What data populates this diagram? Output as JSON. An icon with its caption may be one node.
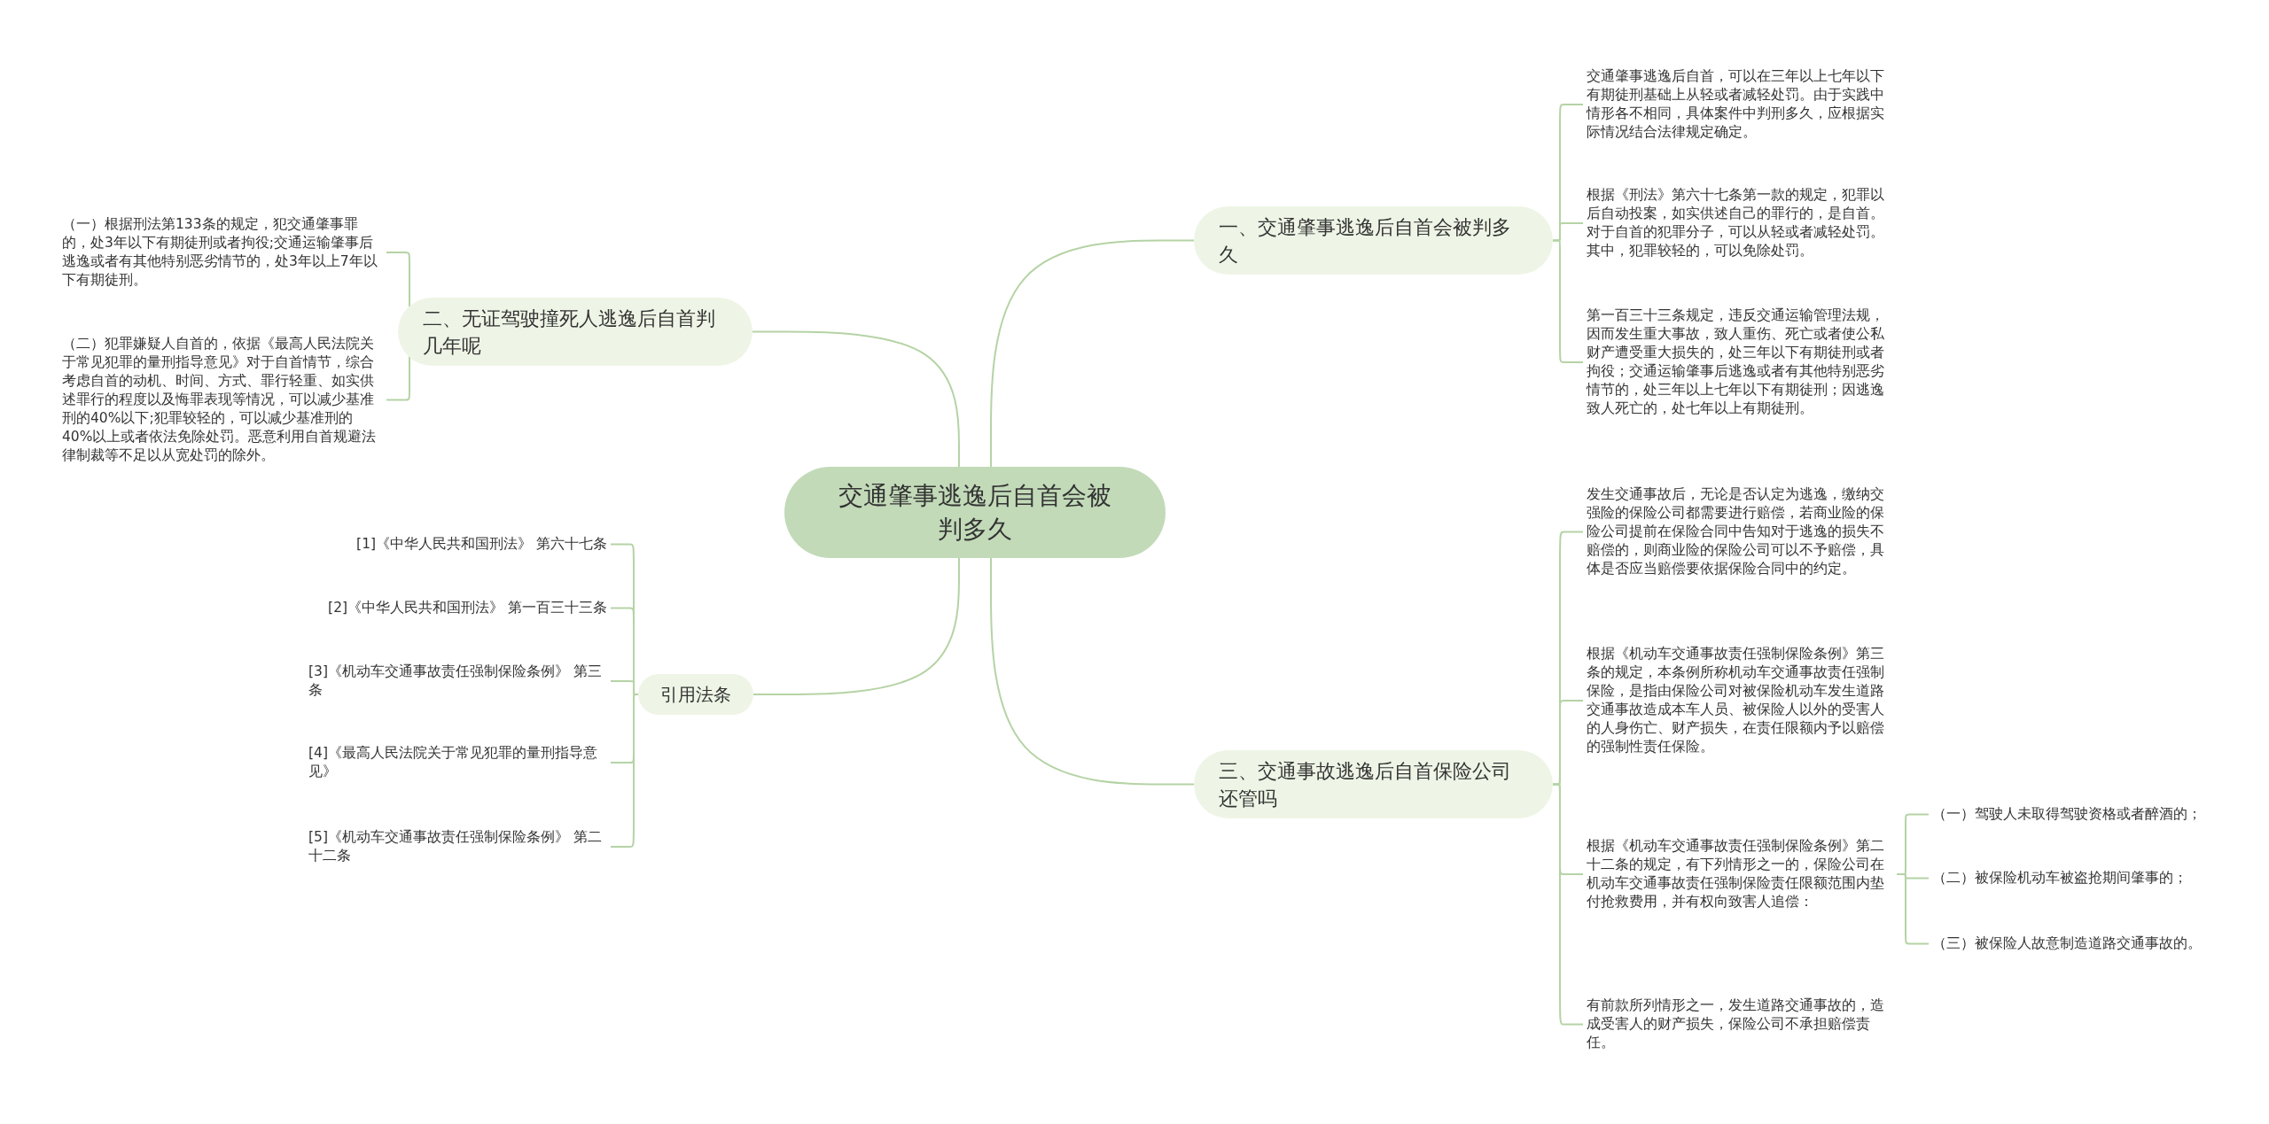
{
  "diagram": {
    "nodes": [
      {
        "text": [
          "交通肇事逃逸后自首会被判多久"
        ]
      },
      {
        "text": [
          "一、交通肇事逃逸后自首会被判多久"
        ]
      },
      {
        "text": [
          "交通肇事逃逸后自首，可以在三年以上七年以下有期徒刑基础上从轻或者减轻处罚。由于实践中情形各不相同，具体案件中判刑多久，应根据实际情况结合法律规定确定。"
        ]
      },
      {
        "text": [
          "根据《刑法》第六十七条第一款的规定，犯罪以后自动投案，如实供述自己的罪行的，是自首。对于自首的犯罪分子，可以从轻或者减轻处罚。其中，犯罪较轻的，可以免除处罚。"
        ]
      },
      {
        "text": [
          "第一百三十三条规定，违反交通运输管理法规，因而发生重大事故，致人重伤、死亡或者使公私财产遭受重大损失的，处三年以下有期徒刑或者拘役；交通运输肇事后逃逸或者有其他特别恶劣情节的，处三年以上七年以下有期徒刑；因逃逸致人死亡的，处七年以上有期徒刑。"
        ]
      },
      {
        "text": [
          "二、无证驾驶撞死人逃逸后自首判几年呢"
        ]
      },
      {
        "text": [
          "（一）根据刑法第133条的规定，犯交通肇事罪的，处3年以下有期徒刑或者拘役;交通运输肇事后逃逸或者有其他特别恶劣情节的，处3年以上7年以下有期徒刑。"
        ]
      },
      {
        "text": [
          "（二）犯罪嫌疑人自首的，依据《最高人民法院关于常见犯罪的量刑指导意见》对于自首情节，综合考虑自首的动机、时间、方式、罪行轻重、如实供述罪行的程度以及悔罪表现等情况，可以减少基准刑的40%以下;犯罪较轻的，可以减少基准刑的40%以上或者依法免除处罚。恶意利用自首规避法律制裁等不足以从宽处罚的除外。"
        ]
      },
      {
        "text": [
          "三、交通事故逃逸后自首保险公司还管吗"
        ]
      },
      {
        "text": [
          "发生交通事故后，无论是否认定为逃逸，缴纳交强险的保险公司都需要进行赔偿，若商业险的保险公司提前在保险合同中告知对于逃逸的损失不赔偿的，则商业险的保险公司可以不予赔偿，具体是否应当赔偿要依据保险合同中的约定。"
        ]
      },
      {
        "text": [
          "根据《机动车交通事故责任强制保险条例》第三条的规定，本条例所称机动车交通事故责任强制保险，是指由保险公司对被保险机动车发生道路交通事故造成本车人员、被保险人以外的受害人的人身伤亡、财产损失，在责任限额内予以赔偿的强制性责任保险。"
        ]
      },
      {
        "text": [
          "根据《机动车交通事故责任强制保险条例》第二十二条的规定，有下列情形之一的，保险公司在机动车交通事故责任强制保险责任限额范围内垫付抢救费用，并有权向致害人追偿："
        ]
      },
      {
        "text": [
          "有前款所列情形之一，发生道路交通事故的，造成受害人的财产损失，保险公司不承担赔偿责任。"
        ]
      },
      {
        "text": [
          "（一）驾驶人未取得驾驶资格或者醉酒的；"
        ]
      },
      {
        "text": [
          "（二）被保险机动车被盗抢期间肇事的；"
        ]
      },
      {
        "text": [
          "（三）被保险人故意制造道路交通事故的。"
        ]
      },
      {
        "text": [
          "引用法条"
        ]
      },
      {
        "text": [
          "[1]《中华人民共和国刑法》 第六十七条"
        ]
      },
      {
        "text": [
          "[2]《中华人民共和国刑法》 第一百三十三条"
        ]
      },
      {
        "text": [
          "[3]《机动车交通事故责任强制保险条例》 第三条"
        ]
      },
      {
        "text": [
          "[4]《最高人民法院关于常见犯罪的量刑指导意见》"
        ]
      },
      {
        "text": [
          "[5]《机动车交通事故责任强制保险条例》 第二十二条"
        ]
      }
    ],
    "edges": [
      {
        "from": 0,
        "to": 1,
        "arrow": "none"
      },
      {
        "from": 1,
        "to": 2,
        "arrow": "none"
      },
      {
        "from": 1,
        "to": 3,
        "arrow": "none"
      },
      {
        "from": 1,
        "to": 4,
        "arrow": "none"
      },
      {
        "from": 0,
        "to": 5,
        "arrow": "none"
      },
      {
        "from": 5,
        "to": 6,
        "arrow": "none"
      },
      {
        "from": 5,
        "to": 7,
        "arrow": "none"
      },
      {
        "from": 0,
        "to": 8,
        "arrow": "none"
      },
      {
        "from": 8,
        "to": 9,
        "arrow": "none"
      },
      {
        "from": 8,
        "to": 10,
        "arrow": "none"
      },
      {
        "from": 8,
        "to": 11,
        "arrow": "none"
      },
      {
        "from": 8,
        "to": 12,
        "arrow": "none"
      },
      {
        "from": 11,
        "to": 13,
        "arrow": "none"
      },
      {
        "from": 11,
        "to": 14,
        "arrow": "none"
      },
      {
        "from": 11,
        "to": 15,
        "arrow": "none"
      },
      {
        "from": 0,
        "to": 16,
        "arrow": "none"
      },
      {
        "from": 16,
        "to": 17,
        "arrow": "none"
      },
      {
        "from": 16,
        "to": 18,
        "arrow": "none"
      },
      {
        "from": 16,
        "to": 19,
        "arrow": "none"
      },
      {
        "from": 16,
        "to": 20,
        "arrow": "none"
      },
      {
        "from": 16,
        "to": 21,
        "arrow": "none"
      }
    ]
  }
}
